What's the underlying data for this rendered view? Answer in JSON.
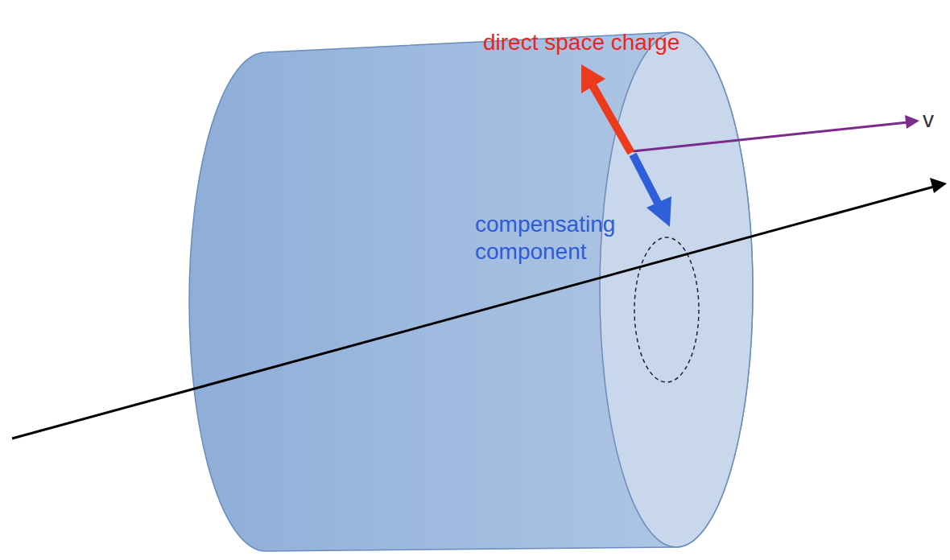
{
  "diagram": {
    "labels": [
      "direct space charge",
      "compensating component",
      "v"
    ]
  }
}
